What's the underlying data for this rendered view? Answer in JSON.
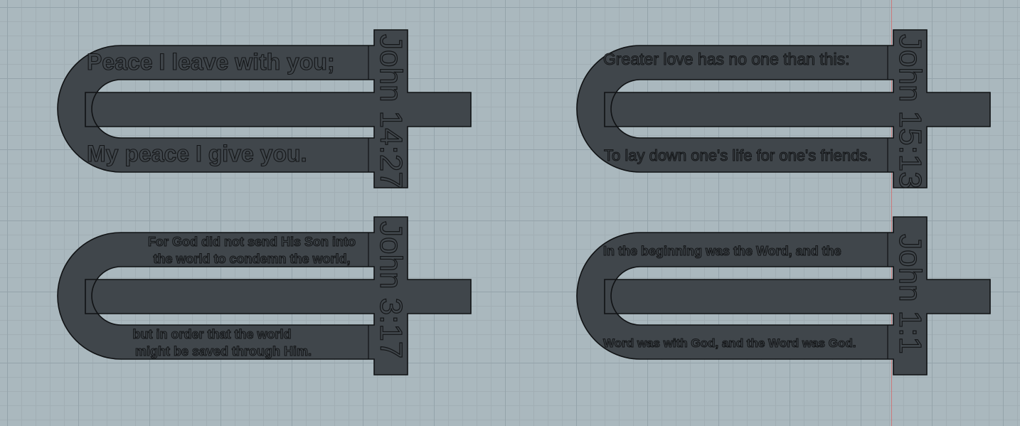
{
  "viewport": {
    "background": "#aab8be",
    "grid_color": "#94a3aa",
    "axis_color": "#d46a6a",
    "part_color": "#40464b"
  },
  "bookmarks": [
    {
      "reference": "John 14:27",
      "top_lines": [
        "Peace I leave with you;"
      ],
      "bottom_lines": [
        "My peace I give you."
      ]
    },
    {
      "reference": "John 15:13",
      "top_lines": [
        "Greater love has no one than this:"
      ],
      "bottom_lines": [
        "To lay down one's life for one's friends."
      ]
    },
    {
      "reference": "John 3:17",
      "top_lines": [
        "For God did not send His Son into",
        "the world to condemn the world,"
      ],
      "bottom_lines": [
        "but in order that the world",
        "might be saved through Him."
      ]
    },
    {
      "reference": "John 1:1",
      "top_lines": [
        "In the beginning was the Word, and the"
      ],
      "bottom_lines": [
        "Word was with God, and the Word was God."
      ]
    }
  ]
}
